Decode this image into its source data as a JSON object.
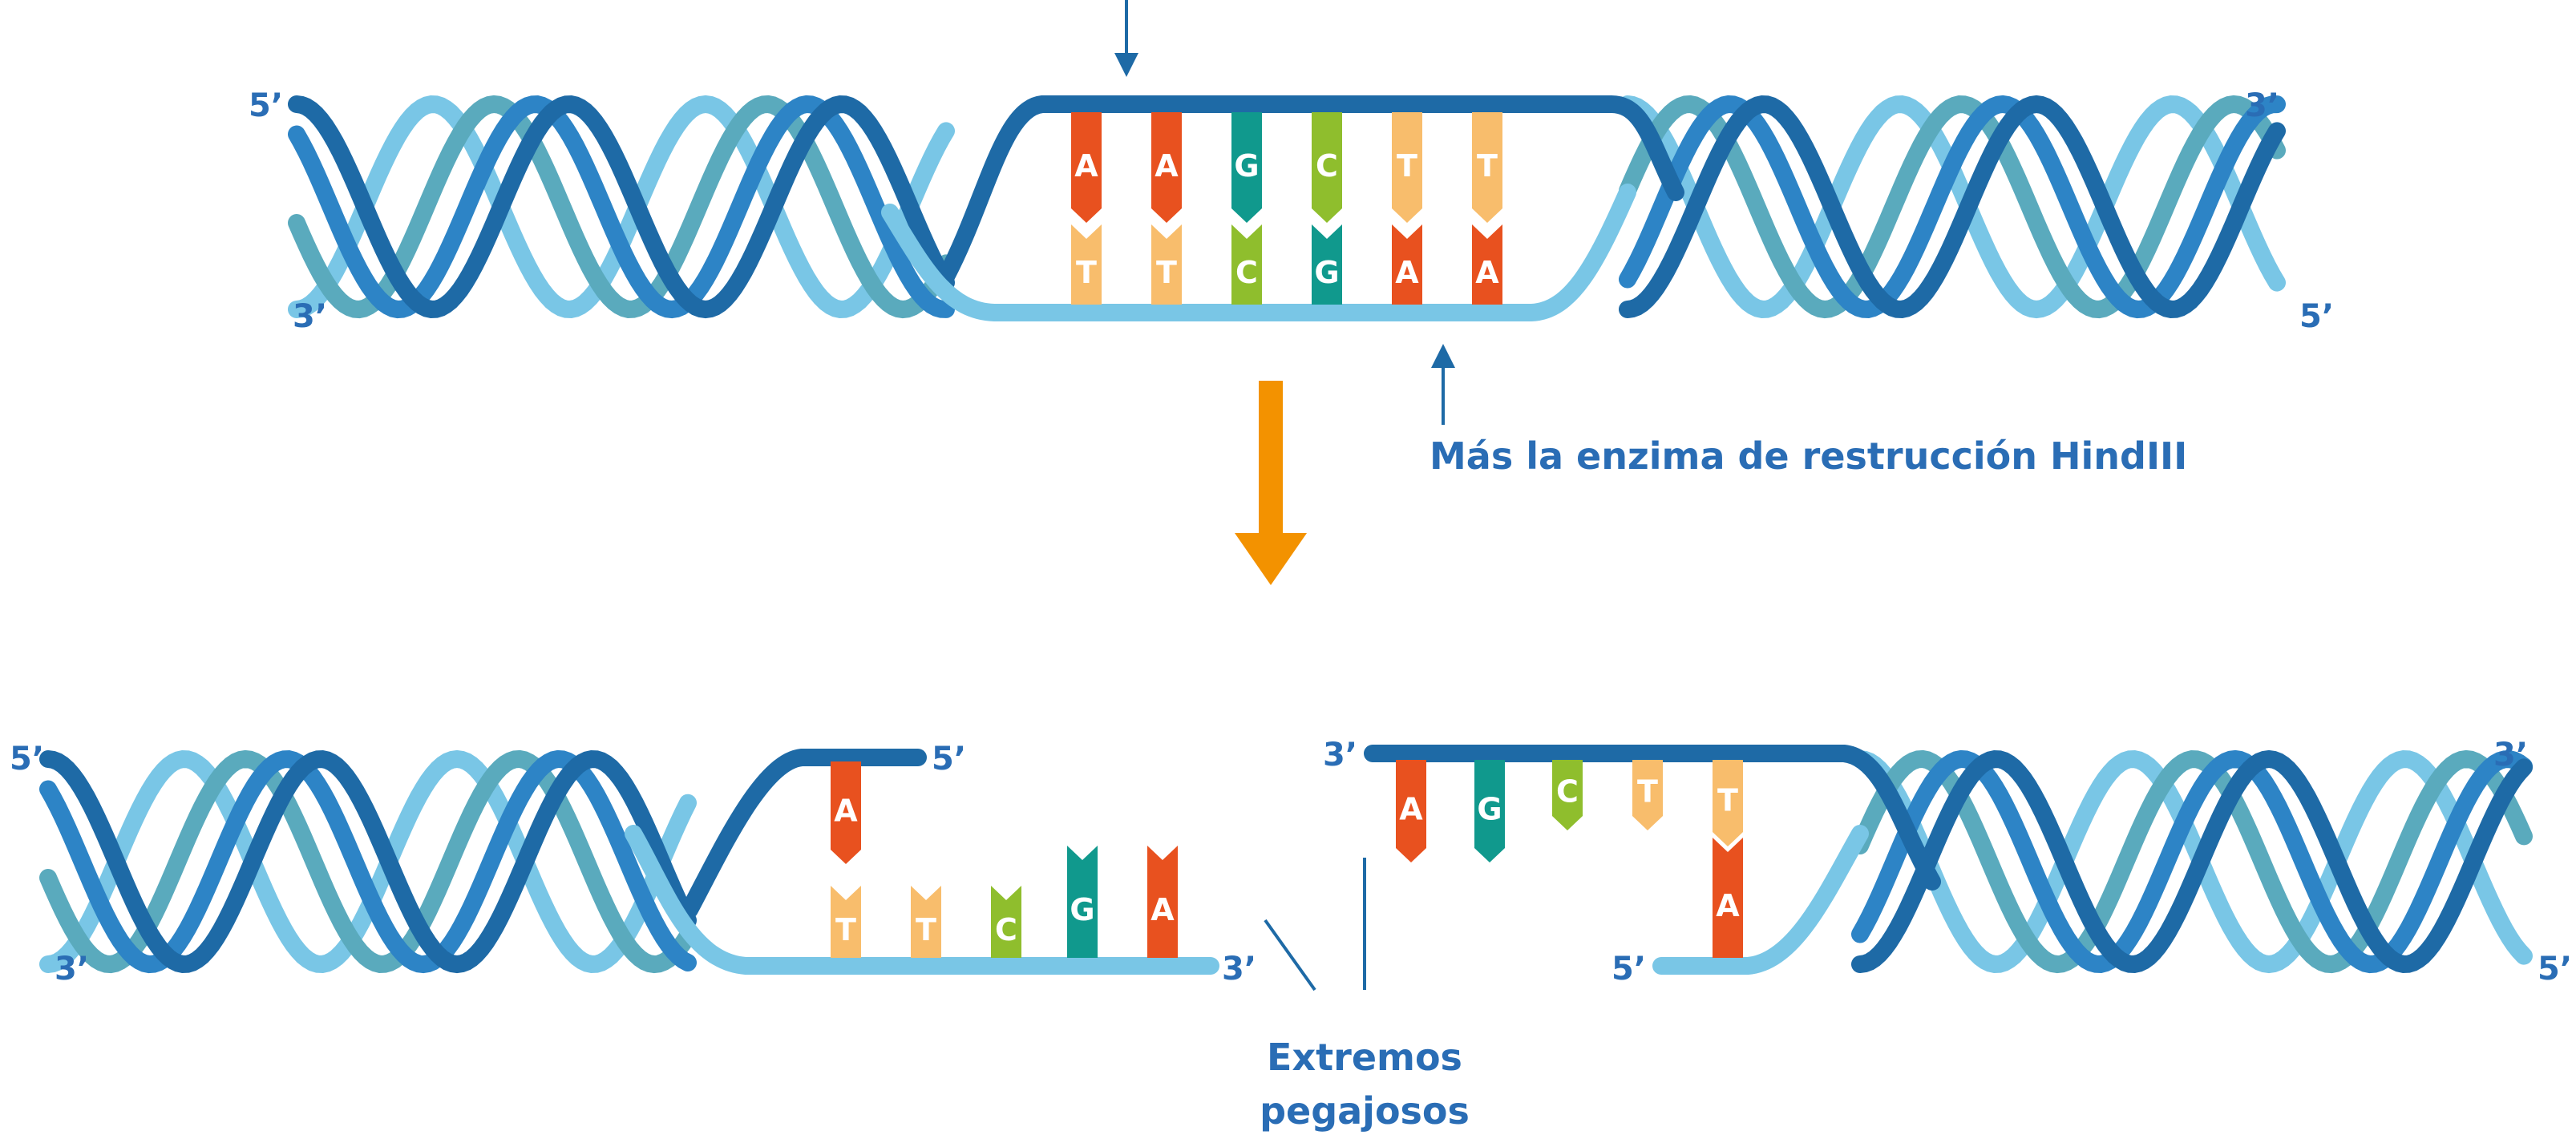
{
  "colors": {
    "strand_dark": "#1e6aa6",
    "strand_mid": "#2d84c6",
    "strand_teal": "#5aaabd",
    "strand_light": "#79c6e6",
    "label": "#2a6db5",
    "arrow": "#f39200",
    "base_A": "#e8511f",
    "base_T": "#f8bd6c",
    "base_G": "#10998d",
    "base_C": "#8fbe2d",
    "letter": "#ffffff"
  },
  "labels": {
    "top_left_upper": "5’",
    "top_left_lower": "3’",
    "top_right_upper": "3’",
    "top_right_lower": "5’",
    "enzyme": "Más la enzima de restrucción HindIII",
    "left_frag_top_left": "5’",
    "left_frag_bottom_left": "3’",
    "left_frag_top_end": "5’",
    "left_frag_bottom_end": "3’",
    "right_frag_top_start": "3’",
    "right_frag_bottom_start": "5’",
    "right_frag_top_right": "3’",
    "right_frag_bottom_right": "5’",
    "sticky_line1": "Extremos",
    "sticky_line2": "pegajosos"
  },
  "sequence": {
    "top_strand": [
      "A",
      "A",
      "G",
      "C",
      "T",
      "T"
    ],
    "bottom_strand": [
      "T",
      "T",
      "C",
      "G",
      "A",
      "A"
    ]
  },
  "fragments": {
    "left_top": [
      "A"
    ],
    "left_bottom": [
      "T",
      "T",
      "C",
      "G",
      "A"
    ],
    "right_top": [
      "A",
      "G",
      "C",
      "T",
      "T"
    ],
    "right_bottom": [
      "A"
    ]
  }
}
